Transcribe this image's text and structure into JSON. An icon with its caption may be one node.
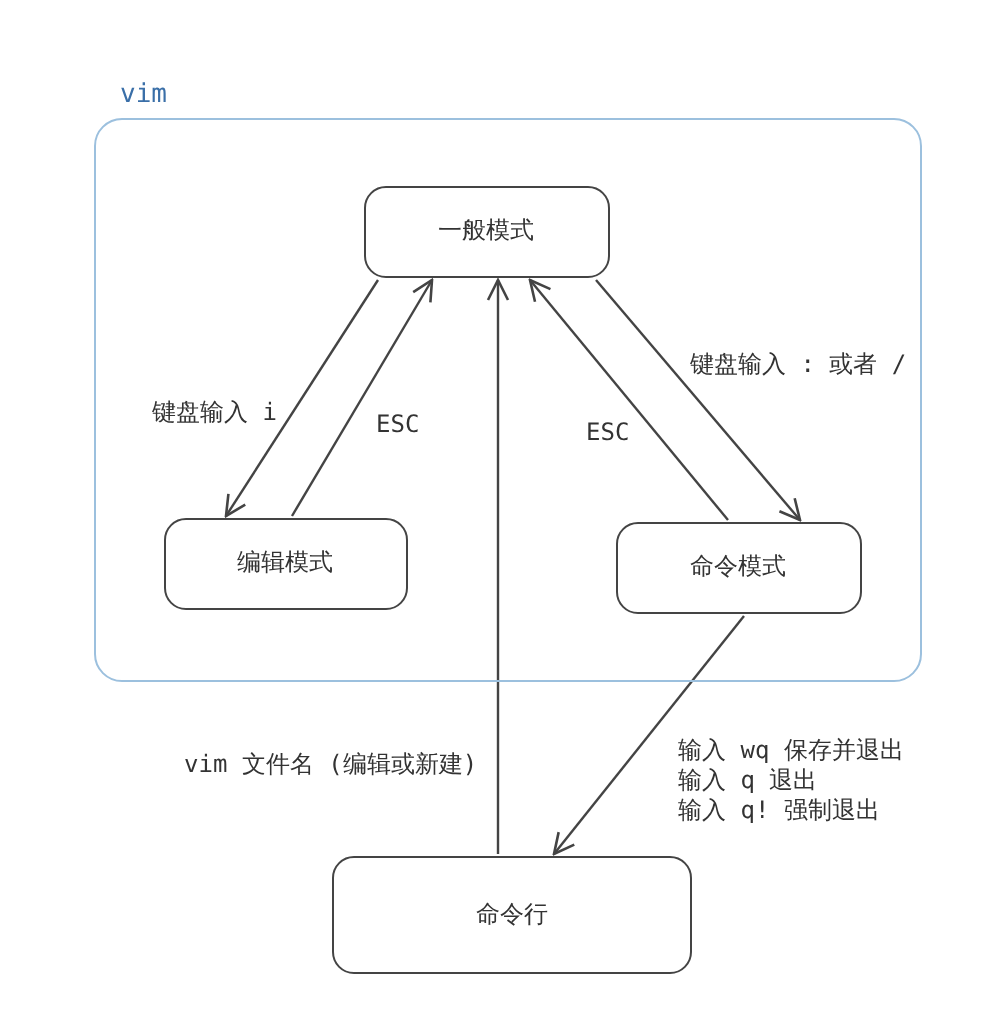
{
  "diagram": {
    "nodes": [
      {
        "text": [
          "vim"
        ]
      },
      {
        "text": [
          "一般模式"
        ],
        "in": 0
      },
      {
        "text": [
          "编辑模式"
        ],
        "in": 0
      },
      {
        "text": [
          "命令模式"
        ],
        "in": 0
      },
      {
        "text": [
          "命令行"
        ]
      }
    ],
    "edges": [
      {
        "from": 1,
        "to": 2,
        "arrow": "to",
        "label": "键盘输入 i"
      },
      {
        "from": 2,
        "to": 1,
        "arrow": "to",
        "label": "ESC"
      },
      {
        "from": 3,
        "to": 1,
        "arrow": "to",
        "label": "ESC"
      },
      {
        "from": 1,
        "to": 3,
        "arrow": "to",
        "label": "键盘输入 : 或者 /"
      },
      {
        "from": 4,
        "to": 1,
        "arrow": "to",
        "label": "vim 文件名 (编辑或新建)"
      },
      {
        "from": 3,
        "to": 4,
        "arrow": "to"
      }
    ],
    "labels": [
      "输入 wq 保存并退出",
      "输入 q 退出",
      "输入 q! 强制退出"
    ]
  }
}
